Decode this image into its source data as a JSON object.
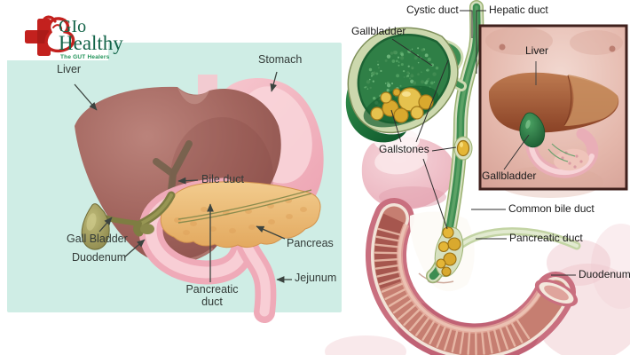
{
  "logo": {
    "line1": "GIo",
    "line2": "Healthy",
    "tagline": "The GUT Healers",
    "icons": [
      "red-cross-icon",
      "stomach-outline-icon"
    ],
    "colors": {
      "brand_green": "#136449",
      "accent_red": "#c3211e",
      "tagline_green": "#1e9257"
    }
  },
  "left_panel": {
    "background": "#cfede5",
    "labels": {
      "liver": "Liver",
      "stomach": "Stomach",
      "bile_duct": "Bile duct",
      "gall_bladder": "Gall Bladder",
      "duodenum": "Duodenum",
      "pancreatic_duct": "Pancreatic duct",
      "pancreas": "Pancreas",
      "jejunum": "Jejunum"
    }
  },
  "right_panel": {
    "background": "#ffffff",
    "labels": {
      "gallbladder": "Gallbladder",
      "cystic_duct": "Cystic duct",
      "hepatic_duct": "Hepatic duct",
      "gallstones": "Gallstones",
      "common_bile_duct": "Common bile duct",
      "pancreatic_duct": "Pancreatic duct",
      "duodenum": "Duodenum"
    },
    "inset": {
      "liver": "Liver",
      "gallbladder": "Gallbladder"
    }
  },
  "palette": {
    "teal_background": "#cfede5",
    "liver_brown": "#a2655e",
    "stomach_pink": "#f0b4c0",
    "pancreas_tan": "#eec07f",
    "bile_duct_olive": "#7e7d42",
    "gallbladder_green": "#2f8c4b",
    "gallstone_gold": "#e4b637",
    "duodenum_rose": "#c96f7f"
  }
}
